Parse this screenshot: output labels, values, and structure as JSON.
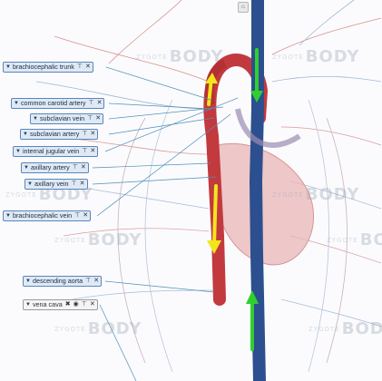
{
  "watermark": {
    "brand": "BODY",
    "prefix": "ZYGOTE"
  },
  "labels": [
    {
      "id": "brachiocephalic-trunk",
      "text": "brachiocephalic trunk",
      "icons": [
        "pin-icon",
        "close-icon"
      ]
    },
    {
      "id": "common-carotid-artery",
      "text": "common carotid artery",
      "icons": [
        "pin-icon",
        "close-icon"
      ]
    },
    {
      "id": "subclavian-vein",
      "text": "subclavian vein",
      "icons": [
        "pin-icon",
        "close-icon"
      ]
    },
    {
      "id": "subclavian-artery",
      "text": "subclavian artery",
      "icons": [
        "pin-icon",
        "close-icon"
      ]
    },
    {
      "id": "internal-jugular-vein",
      "text": "internal jugular vein",
      "icons": [
        "pin-icon",
        "close-icon"
      ]
    },
    {
      "id": "axillary-artery",
      "text": "axillary artery",
      "icons": [
        "pin-icon",
        "close-icon"
      ]
    },
    {
      "id": "axillary-vein",
      "text": "axillary vein",
      "icons": [
        "pin-icon",
        "close-icon"
      ]
    },
    {
      "id": "brachiocephalic-vein",
      "text": "brachiocephalic vein",
      "icons": [
        "pin-icon",
        "close-icon"
      ]
    },
    {
      "id": "descending-aorta",
      "text": "descending aorta",
      "icons": [
        "pin-icon",
        "close-icon"
      ]
    },
    {
      "id": "vena-cava",
      "text": "vena cava",
      "icons": [
        "isolate-icon",
        "eye-icon",
        "pin-icon",
        "close-icon"
      ]
    }
  ],
  "colors": {
    "artery": "#c23a3e",
    "vein": "#2c4f8f",
    "arrow_down_artery": "#f2e61a",
    "arrow_vein": "#2fcf2f",
    "label_bg": "#dfe9f6",
    "label_border": "#5a86b8"
  }
}
